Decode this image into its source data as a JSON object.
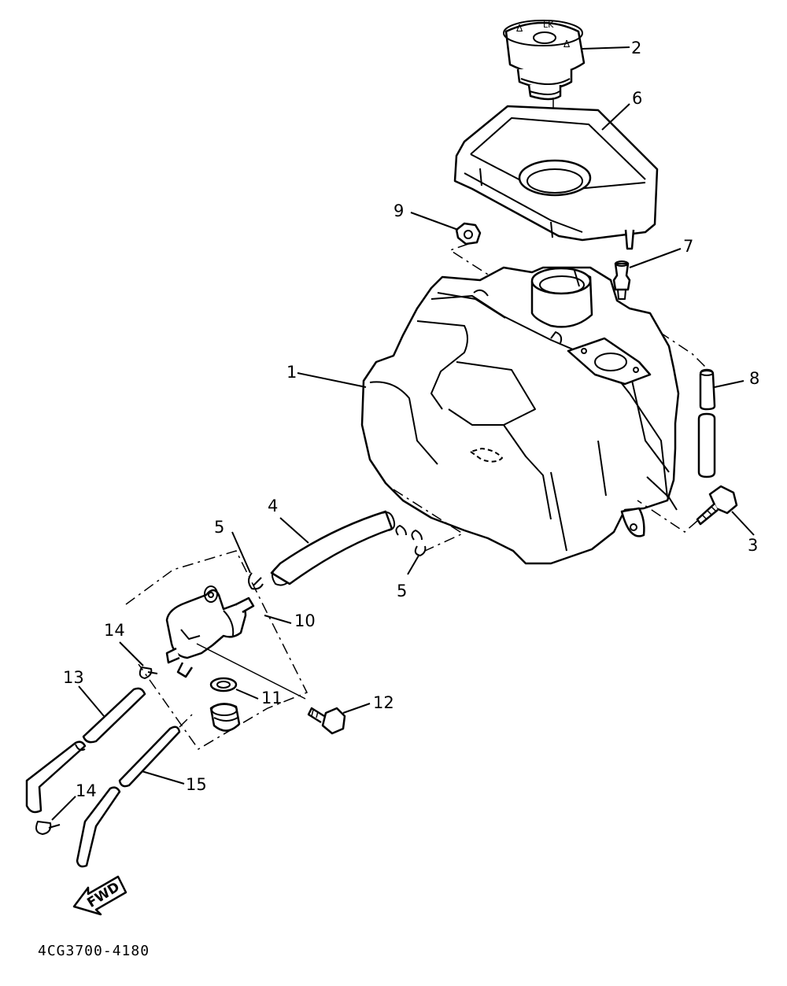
{
  "diagram": {
    "drawing_code": "4CG3700-4180",
    "fwd_label": "FWD",
    "cap_text": "LK",
    "callouts": [
      {
        "id": "c1",
        "label": "1"
      },
      {
        "id": "c2",
        "label": "2"
      },
      {
        "id": "c3",
        "label": "3"
      },
      {
        "id": "c4",
        "label": "4"
      },
      {
        "id": "c5a",
        "label": "5"
      },
      {
        "id": "c5b",
        "label": "5"
      },
      {
        "id": "c6",
        "label": "6"
      },
      {
        "id": "c7",
        "label": "7"
      },
      {
        "id": "c8",
        "label": "8"
      },
      {
        "id": "c9",
        "label": "9"
      },
      {
        "id": "c10",
        "label": "10"
      },
      {
        "id": "c11",
        "label": "11"
      },
      {
        "id": "c12",
        "label": "12"
      },
      {
        "id": "c13",
        "label": "13"
      },
      {
        "id": "c14a",
        "label": "14"
      },
      {
        "id": "c14b",
        "label": "14"
      },
      {
        "id": "c15",
        "label": "15"
      }
    ]
  }
}
